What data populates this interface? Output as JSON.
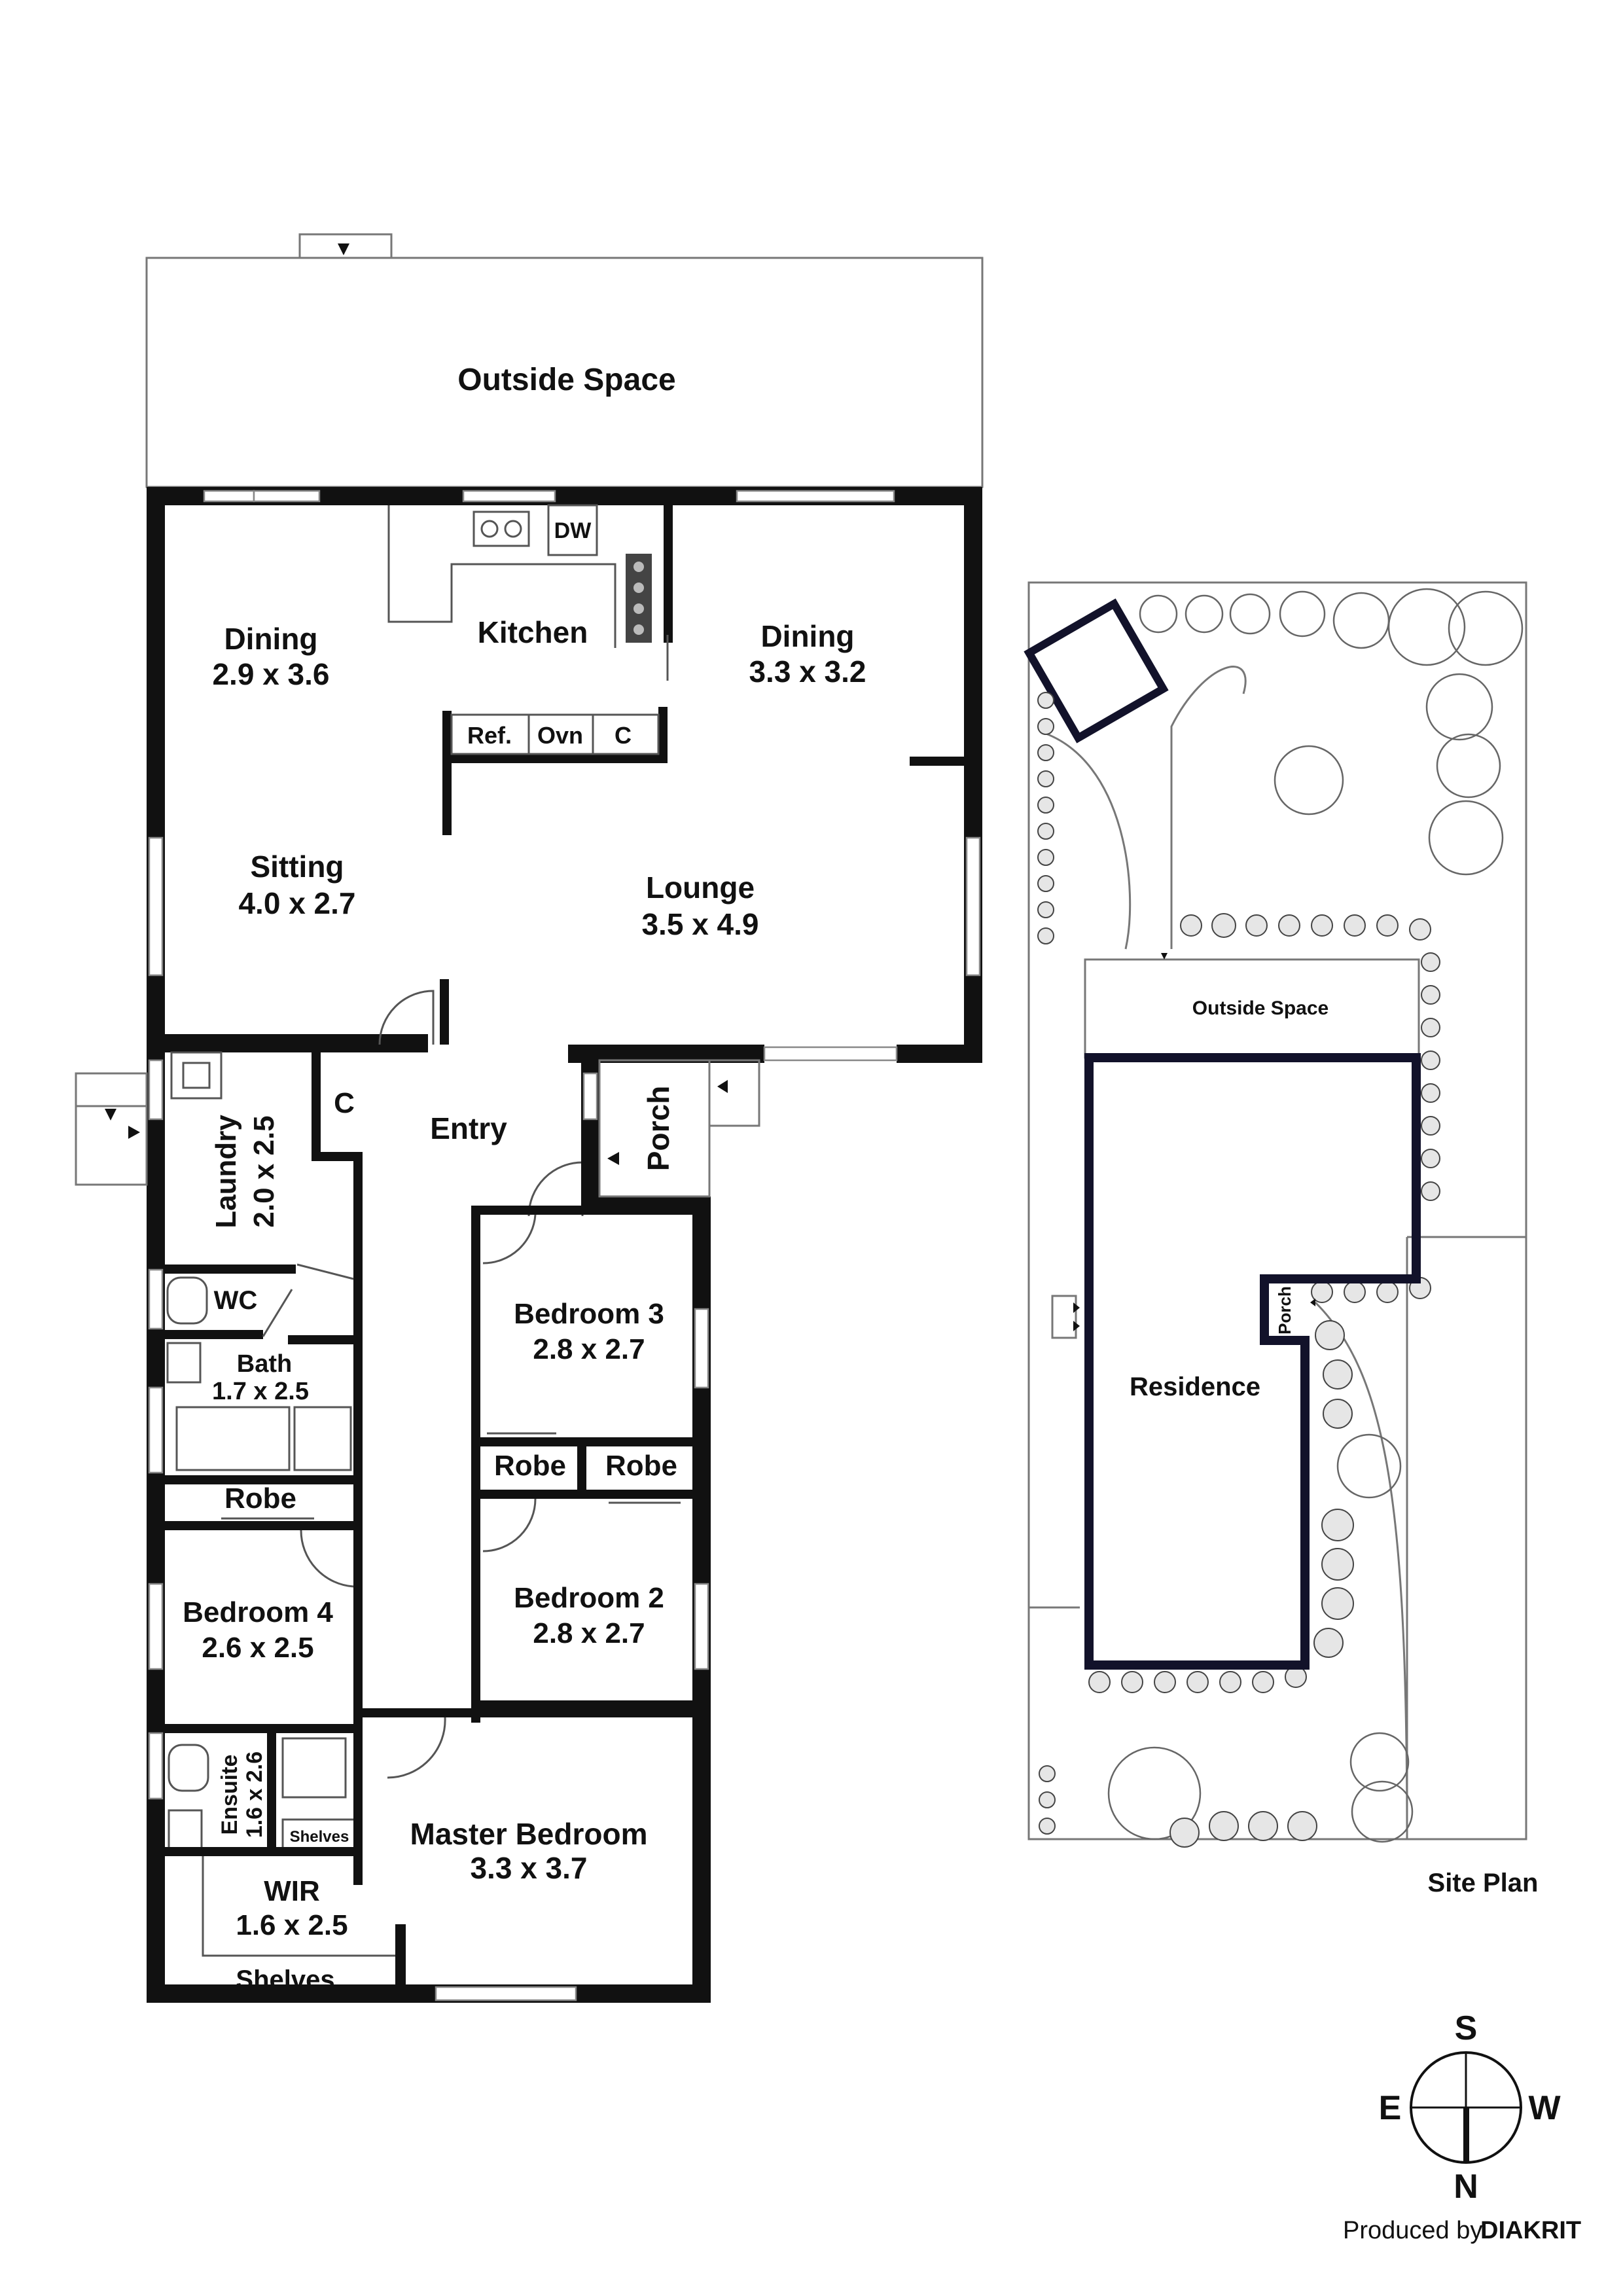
{
  "floorplan": {
    "rooms": [
      {
        "id": "outside-space",
        "name": "Outside Space",
        "dims": ""
      },
      {
        "id": "dining-west",
        "name": "Dining",
        "dims": "2.9 x 3.6"
      },
      {
        "id": "kitchen",
        "name": "Kitchen",
        "dims": ""
      },
      {
        "id": "dining-east",
        "name": "Dining",
        "dims": "3.3 x 3.2"
      },
      {
        "id": "sitting",
        "name": "Sitting",
        "dims": "4.0 x 2.7"
      },
      {
        "id": "lounge",
        "name": "Lounge",
        "dims": "3.5 x 4.9"
      },
      {
        "id": "entry",
        "name": "Entry",
        "dims": ""
      },
      {
        "id": "porch",
        "name": "Porch",
        "dims": ""
      },
      {
        "id": "laundry",
        "name": "Laundry",
        "dims": "2.0 x 2.5"
      },
      {
        "id": "wc",
        "name": "WC",
        "dims": ""
      },
      {
        "id": "bath",
        "name": "Bath",
        "dims": "1.7 x 2.5"
      },
      {
        "id": "robe-bed4",
        "name": "Robe",
        "dims": ""
      },
      {
        "id": "bedroom-4",
        "name": "Bedroom 4",
        "dims": "2.6 x 2.5"
      },
      {
        "id": "bedroom-3",
        "name": "Bedroom 3",
        "dims": "2.8 x 2.7"
      },
      {
        "id": "robe-bed3",
        "name": "Robe",
        "dims": ""
      },
      {
        "id": "robe-bed2",
        "name": "Robe",
        "dims": ""
      },
      {
        "id": "bedroom-2",
        "name": "Bedroom 2",
        "dims": "2.8 x 2.7"
      },
      {
        "id": "ensuite",
        "name": "Ensuite",
        "dims": "1.6 x 2.6"
      },
      {
        "id": "wir",
        "name": "WIR",
        "dims": "1.6 x 2.5"
      },
      {
        "id": "master-bedroom",
        "name": "Master Bedroom",
        "dims": "3.3 x 3.7"
      }
    ],
    "fixtures": {
      "dishwasher": "DW",
      "fridge": "Ref.",
      "oven": "Ovn",
      "cupboard": "C",
      "closet": "C",
      "shelves_ensuite": "Shelves",
      "shelves_wir": "Shelves"
    }
  },
  "site_plan": {
    "title": "Site Plan",
    "outside_space": "Outside Space",
    "residence": "Residence",
    "porch": "Porch"
  },
  "compass": {
    "top": "S",
    "left": "E",
    "right": "W",
    "bottom": "N"
  },
  "credit": {
    "prefix": "Produced by",
    "brand": "DIAKRIT"
  }
}
